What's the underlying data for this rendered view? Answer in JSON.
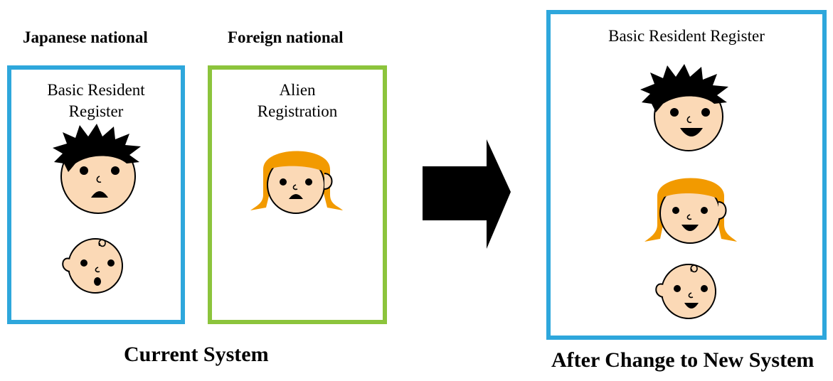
{
  "current_system": {
    "japanese_label": "Japanese national",
    "foreign_label": "Foreign national",
    "resident_register_box": {
      "line1": "Basic Resident",
      "line2": "Register"
    },
    "alien_registration_box": {
      "line1": "Alien",
      "line2": "Registration"
    },
    "caption": "Current System"
  },
  "new_system": {
    "register_box": {
      "title": "Basic Resident Register"
    },
    "caption": "After Change to New System"
  },
  "colors": {
    "resident_register_border": "#2ea7dc",
    "alien_registration_border": "#8cc43c",
    "arrow": "#000000",
    "skin": "#fbd9b6",
    "boy_hair": "#000000",
    "girl_hair": "#f29a00"
  }
}
